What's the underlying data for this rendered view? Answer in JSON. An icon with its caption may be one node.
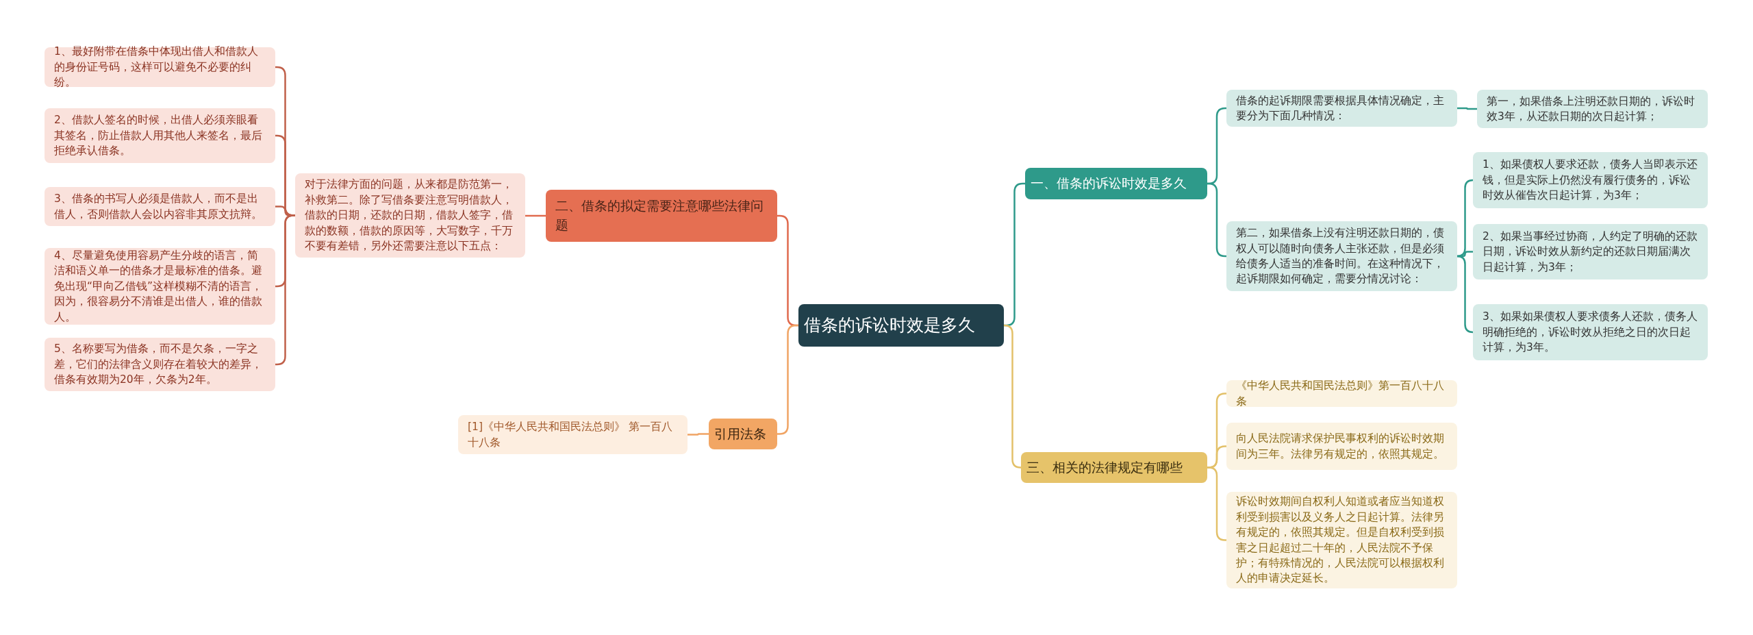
{
  "diagram": {
    "nodes": [
      {
        "text": [
          "借条的诉讼时效是多久"
        ]
      },
      {
        "text": [
          "一、借条的诉讼时效是多久"
        ]
      },
      {
        "text": [
          "借条的起诉期限需要根据具体情况确定，主要分为下面几种情况："
        ]
      },
      {
        "text": [
          "第一，如果借条上注明还款日期的，诉讼时效3年，从还款日期的次日起计算；"
        ]
      },
      {
        "text": [
          "第二，如果借条上没有注明还款日期的，债权人可以随时向债务人主张还款，但是必须给债务人适当的准备时间。在这种情况下，起诉期限如何确定，需要分情况讨论："
        ]
      },
      {
        "text": [
          "1、如果债权人要求还款，债务人当即表示还钱，但是实际上仍然没有履行债务的，诉讼时效从催告次日起计算，为3年；"
        ]
      },
      {
        "text": [
          "2、如果当事经过协商，人约定了明确的还款日期，诉讼时效从新约定的还款日期届满次日起计算，为3年；"
        ]
      },
      {
        "text": [
          "3、如果如果债权人要求债务人还款，债务人明确拒绝的，诉讼时效从拒绝之日的次日起计算，为3年。"
        ]
      },
      {
        "text": [
          "三、相关的法律规定有哪些"
        ]
      },
      {
        "text": [
          "《中华人民共和国民法总则》第一百八十八条"
        ]
      },
      {
        "text": [
          "向人民法院请求保护民事权利的诉讼时效期间为三年。法律另有规定的，依照其规定。"
        ]
      },
      {
        "text": [
          "诉讼时效期间自权利人知道或者应当知道权利受到损害以及义务人之日起计算。法律另有规定的，依照其规定。但是自权利受到损害之日起超过二十年的，人民法院不予保护；有特殊情况的，人民法院可以根据权利人的申请决定延长。"
        ]
      },
      {
        "text": [
          "二、借条的拟定需要注意哪些法律问题"
        ]
      },
      {
        "text": [
          "对于法律方面的问题，从来都是防范第一，补救第二。除了写借条要注意写明借款人，借款的日期，还款的日期，借款人签字，借款的数额，借款的原因等，大写数字，千万不要有差错，另外还需要注意以下五点："
        ]
      },
      {
        "text": [
          "1、最好附带在借条中体现出借人和借款人的身份证号码，这样可以避免不必要的纠纷。"
        ]
      },
      {
        "text": [
          "2、借款人签名的时候，出借人必须亲眼看其签名，防止借款人用其他人来签名，最后拒绝承认借条。"
        ]
      },
      {
        "text": [
          "3、借条的书写人必须是借款人，而不是出借人，否则借款人会以内容非其原文抗辩。"
        ]
      },
      {
        "text": [
          "4、尽量避免使用容易产生分歧的语言，简洁和语义单一的借条才是最标准的借条。避免出现“甲向乙借钱”这样模糊不清的语言，因为，很容易分不清谁是出借人，谁的借款人。"
        ]
      },
      {
        "text": [
          "5、名称要写为借条，而不是欠条，一字之差，它们的法律含义则存在着较大的差异，借条有效期为20年，欠条为2年。"
        ]
      },
      {
        "text": [
          "引用法条"
        ]
      },
      {
        "text": [
          "[1]《中华人民共和国民法总则》 第一百八十八条"
        ]
      }
    ],
    "edges": [
      {
        "from": 0,
        "to": 1,
        "arrow": "none",
        "color": "#2e9a8a"
      },
      {
        "from": 1,
        "to": 2,
        "arrow": "none",
        "color": "#2e9a8a"
      },
      {
        "from": 2,
        "to": 3,
        "arrow": "none",
        "color": "#2e9a8a"
      },
      {
        "from": 1,
        "to": 4,
        "arrow": "none",
        "color": "#2e9a8a"
      },
      {
        "from": 4,
        "to": 5,
        "arrow": "none",
        "color": "#2e9a8a"
      },
      {
        "from": 4,
        "to": 6,
        "arrow": "none",
        "color": "#2e9a8a"
      },
      {
        "from": 4,
        "to": 7,
        "arrow": "none",
        "color": "#2e9a8a"
      },
      {
        "from": 0,
        "to": 8,
        "arrow": "none",
        "color": "#e3c16a"
      },
      {
        "from": 8,
        "to": 9,
        "arrow": "none",
        "color": "#e3c16a"
      },
      {
        "from": 8,
        "to": 10,
        "arrow": "none",
        "color": "#e3c16a"
      },
      {
        "from": 8,
        "to": 11,
        "arrow": "none",
        "color": "#e3c16a"
      },
      {
        "from": 0,
        "to": 12,
        "arrow": "none",
        "color": "#e06a4e"
      },
      {
        "from": 12,
        "to": 13,
        "arrow": "none",
        "color": "#e06a4e"
      },
      {
        "from": 13,
        "to": 14,
        "arrow": "none",
        "color": "#c0604a"
      },
      {
        "from": 13,
        "to": 15,
        "arrow": "none",
        "color": "#c0604a"
      },
      {
        "from": 13,
        "to": 16,
        "arrow": "none",
        "color": "#c0604a"
      },
      {
        "from": 13,
        "to": 17,
        "arrow": "none",
        "color": "#c0604a"
      },
      {
        "from": 13,
        "to": 18,
        "arrow": "none",
        "color": "#c0604a"
      },
      {
        "from": 0,
        "to": 19,
        "arrow": "none",
        "color": "#f0a464"
      },
      {
        "from": 19,
        "to": 20,
        "arrow": "none",
        "color": "#f0a464"
      }
    ]
  }
}
